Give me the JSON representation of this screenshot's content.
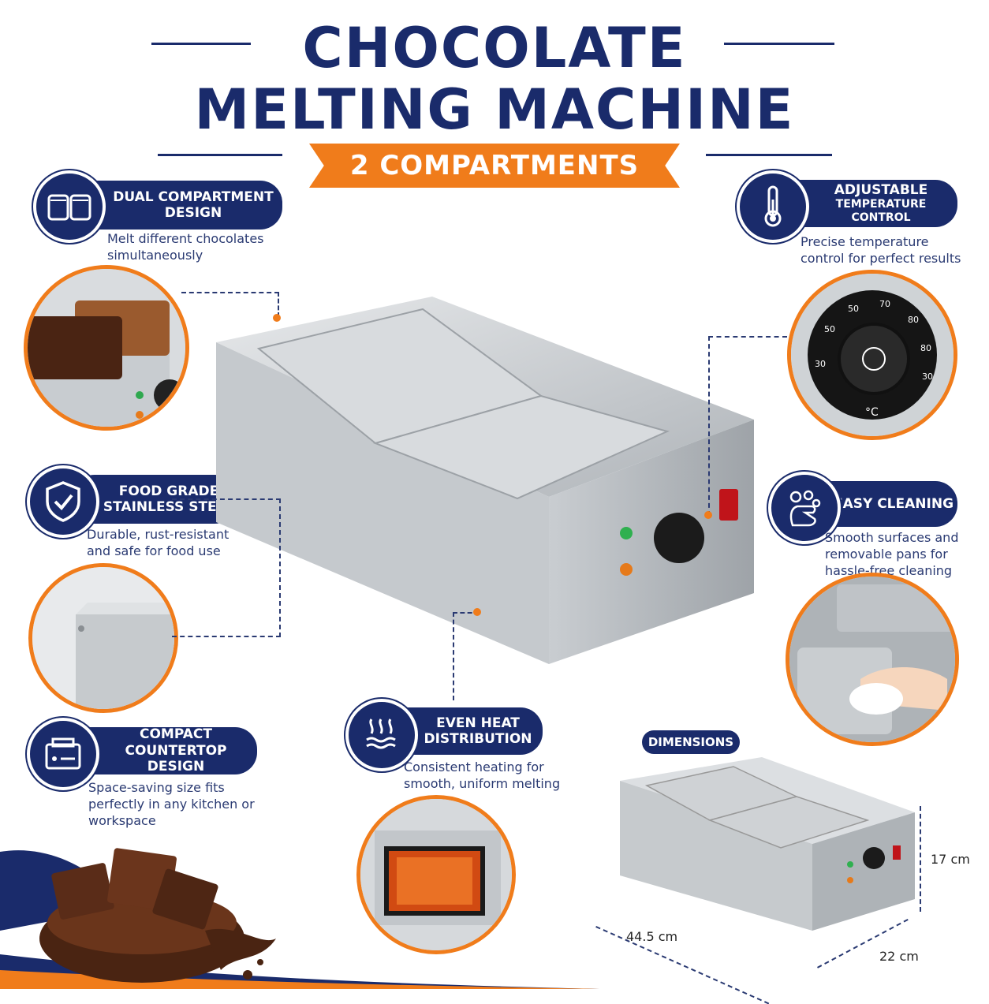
{
  "title": {
    "line1": "CHOCOLATE",
    "line2": "MELTING MACHINE",
    "banner": "2 COMPARTMENTS"
  },
  "features": {
    "dual": {
      "label": "DUAL COMPARTMENT DESIGN",
      "desc": "Melt different chocolates simultaneously"
    },
    "steel": {
      "label": "FOOD GRADE STAINLESS STEEL",
      "desc": "Durable, rust-resistant and safe for food use"
    },
    "compact": {
      "label": "COMPACT COUNTERTOP DESIGN",
      "desc": "Space-saving size fits perfectly in any kitchen or workspace"
    },
    "temp": {
      "label_main": "ADJUSTABLE",
      "label_sub": "TEMPERATURE CONTROL",
      "desc": "Precise temperature control for perfect results"
    },
    "cleaning": {
      "label": "EASY CLEANING",
      "desc": "Smooth surfaces and removable pans for hassle-free cleaning"
    },
    "heat": {
      "label": "EVEN HEAT DISTRIBUTION",
      "desc": "Consistent heating for smooth, uniform melting"
    }
  },
  "dial": {
    "ticks": [
      "30",
      "50",
      "50",
      "70",
      "80",
      "80",
      "30"
    ],
    "unit": "°C"
  },
  "dimensions": {
    "label": "DIMENSIONS",
    "length": "44.5 cm",
    "width": "22 cm",
    "height": "17 cm"
  },
  "colors": {
    "navy": "#1a2b6b",
    "orange": "#f07c1b",
    "steel": "#c4c8cc",
    "chocolate": "#5a2c18"
  },
  "icons": [
    "jars-icon",
    "shield-check-icon",
    "countertop-machine-icon",
    "thermometer-icon",
    "washing-hand-icon",
    "heat-waves-icon"
  ]
}
